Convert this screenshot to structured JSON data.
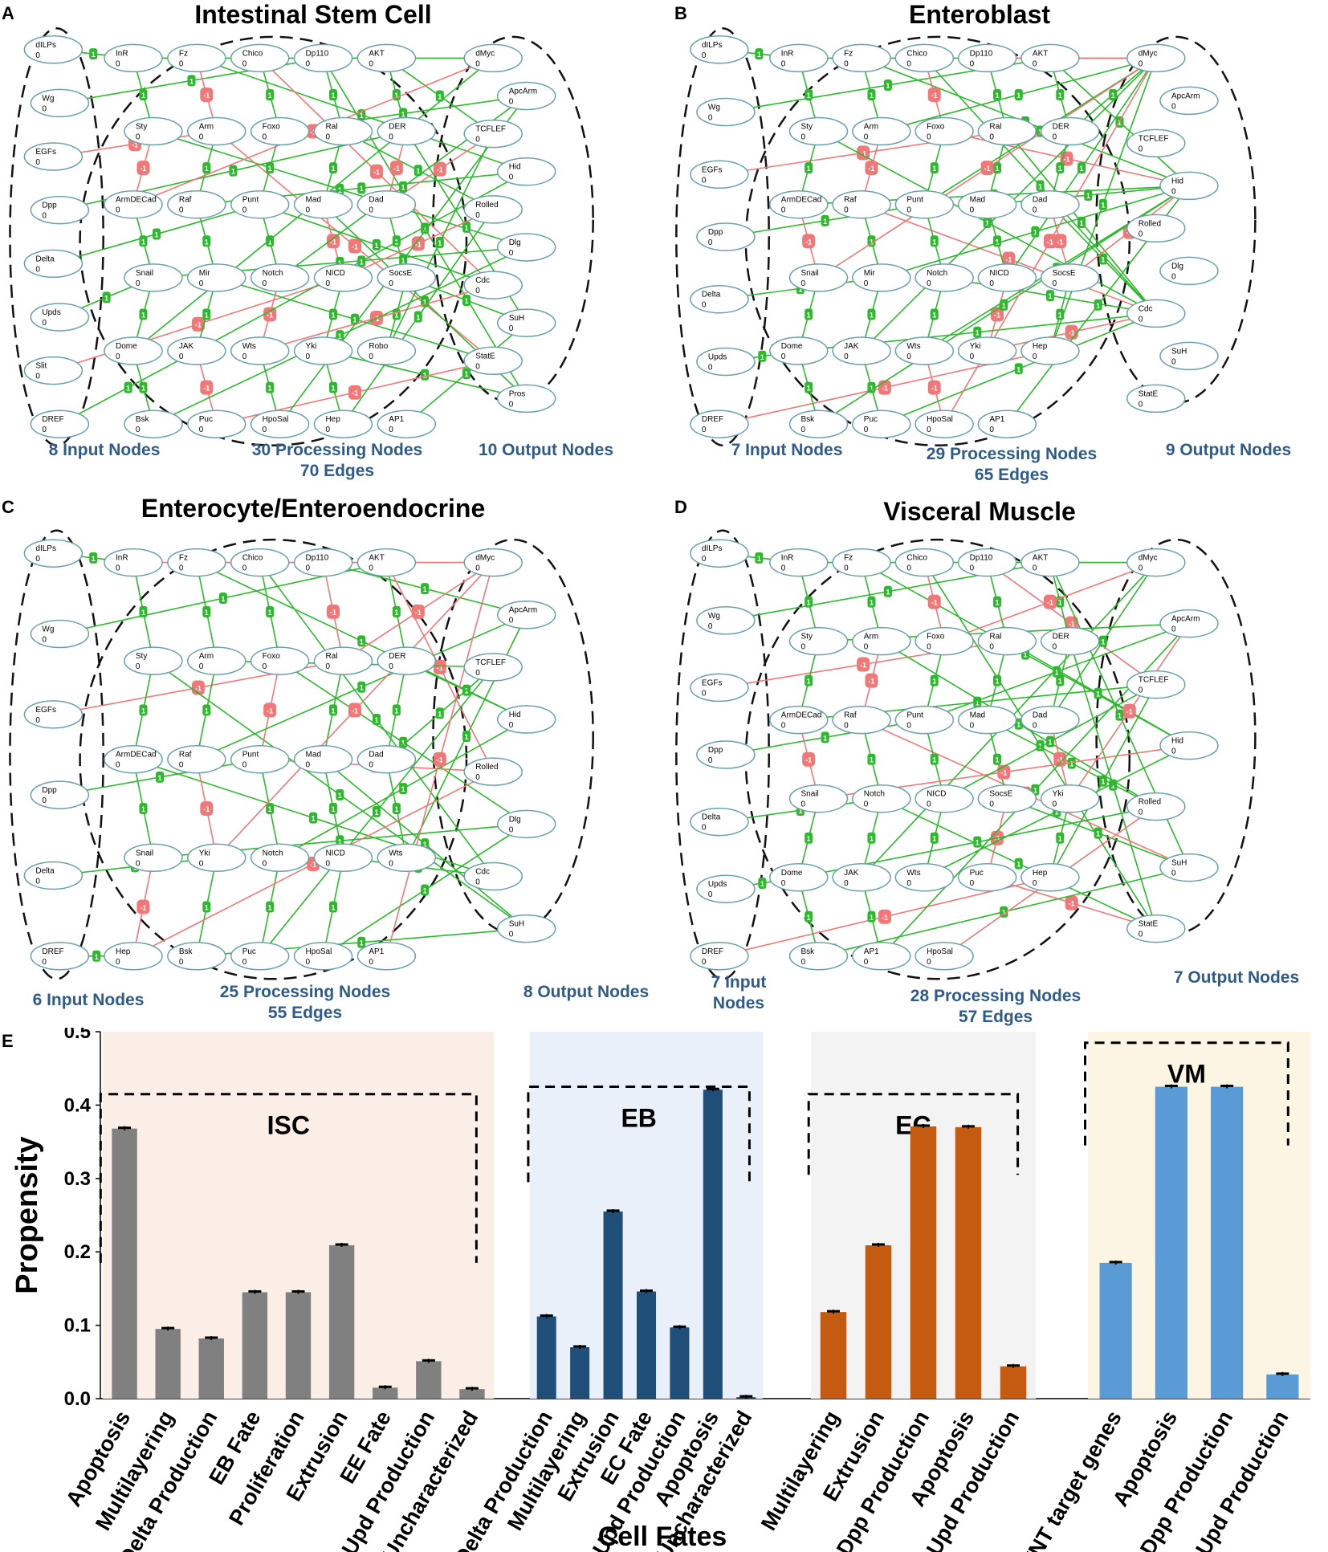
{
  "panels": [
    {
      "letter": "A",
      "title": "Intestinal Stem Cell",
      "input_caption": "8 Input Nodes",
      "processing_caption": "30 Processing Nodes",
      "edges_caption": "70 Edges",
      "output_caption": "10 Output Nodes",
      "input_nodes": [
        "dILPs",
        "Wg",
        "EGFs",
        "Dpp",
        "Delta",
        "Upds",
        "Slit",
        "DREF"
      ],
      "processing_nodes": [
        "InR",
        "Fz",
        "Chico",
        "Dp110",
        "AKT",
        "Sty",
        "Arm",
        "Foxo",
        "Ral",
        "DER",
        "ArmDECad",
        "Raf",
        "Punt",
        "Mad",
        "Dad",
        "Snail",
        "Mir",
        "Notch",
        "NICD",
        "SocsE",
        "Dome",
        "JAK",
        "Wts",
        "Yki",
        "Robo",
        "Bsk",
        "Puc",
        "HpoSal",
        "Hep",
        "AP1"
      ],
      "output_nodes": [
        "dMyc",
        "ApcArm",
        "TCFLEF",
        "Hid",
        "Rolled",
        "Dlg",
        "Cdc",
        "SuH",
        "StatE",
        "Pros"
      ],
      "node_value": "0"
    },
    {
      "letter": "B",
      "title": "Enteroblast",
      "input_caption": "7 Input Nodes",
      "processing_caption": "29 Processing Nodes",
      "edges_caption": "65 Edges",
      "output_caption": "9 Output Nodes",
      "input_nodes": [
        "dILPs",
        "Wg",
        "EGFs",
        "Dpp",
        "Delta",
        "Upds",
        "DREF"
      ],
      "processing_nodes": [
        "InR",
        "Fz",
        "Chico",
        "Dp110",
        "AKT",
        "Sty",
        "Arm",
        "Foxo",
        "Ral",
        "DER",
        "ArmDECad",
        "Raf",
        "Punt",
        "Mad",
        "Dad",
        "Snail",
        "Mir",
        "Notch",
        "NICD",
        "SocsE",
        "Dome",
        "JAK",
        "Wts",
        "Yki",
        "Hep",
        "Bsk",
        "Puc",
        "HpoSal",
        "AP1"
      ],
      "output_nodes": [
        "dMyc",
        "ApcArm",
        "TCFLEF",
        "Hid",
        "Rolled",
        "Dlg",
        "Cdc",
        "SuH",
        "StatE"
      ],
      "node_value": "0"
    },
    {
      "letter": "C",
      "title": "Enterocyte/Enteroendocrine",
      "input_caption": "6 Input Nodes",
      "processing_caption": "25 Processing Nodes",
      "edges_caption": "55 Edges",
      "output_caption": "8 Output Nodes",
      "input_nodes": [
        "dILPs",
        "Wg",
        "EGFs",
        "Dpp",
        "Delta",
        "DREF"
      ],
      "processing_nodes": [
        "InR",
        "Fz",
        "Chico",
        "Dp110",
        "AKT",
        "Sty",
        "Arm",
        "Foxo",
        "Ral",
        "DER",
        "ArmDECad",
        "Raf",
        "Punt",
        "Mad",
        "Dad",
        "Snail",
        "Yki",
        "Notch",
        "NICD",
        "Wts",
        "Hep",
        "Bsk",
        "Puc",
        "HpoSal",
        "AP1"
      ],
      "output_nodes": [
        "dMyc",
        "ApcArm",
        "TCFLEF",
        "Hid",
        "Rolled",
        "Dlg",
        "Cdc",
        "SuH"
      ],
      "node_value": "0"
    },
    {
      "letter": "D",
      "title": "Visceral Muscle",
      "input_caption": "7 Input\nNodes",
      "processing_caption": "28 Processing Nodes",
      "edges_caption": "57 Edges",
      "output_caption": "7 Output Nodes",
      "input_nodes": [
        "dILPs",
        "Wg",
        "EGFs",
        "Dpp",
        "Delta",
        "Upds",
        "DREF"
      ],
      "processing_nodes": [
        "InR",
        "Fz",
        "Chico",
        "Dp110",
        "AKT",
        "Sty",
        "Arm",
        "Foxo",
        "Ral",
        "DER",
        "ArmDECad",
        "Raf",
        "Punt",
        "Mad",
        "Dad",
        "Snail",
        "Notch",
        "NICD",
        "SocsE",
        "Yki",
        "Dome",
        "JAK",
        "Wts",
        "Puc",
        "Hep",
        "Bsk",
        "AP1",
        "HpoSal"
      ],
      "output_nodes": [
        "dMyc",
        "ApcArm",
        "TCFLEF",
        "Hid",
        "Rolled",
        "SuH",
        "StatE"
      ],
      "node_value": "0"
    }
  ],
  "edge_symbols": {
    "activation": "1",
    "inhibition": "-1"
  },
  "colors": {
    "activation": "#2db82d",
    "inhibition": "#f07878",
    "node_stroke": "#6aa0a8",
    "caption": "#2e5b8a"
  },
  "chart_data": {
    "label": "E",
    "type": "bar",
    "ylabel": "Propensity",
    "xlabel": "Cell Fates",
    "ylim": [
      0,
      0.5
    ],
    "yticks": [
      "0.0",
      "0.1",
      "0.2",
      "0.3",
      "0.4",
      "0.5"
    ],
    "groups": [
      {
        "name": "ISC",
        "color": "#808080",
        "bg": "#fbeee6",
        "categories": [
          "Apoptosis",
          "Multilayering",
          "Delta Production",
          "EB Fate",
          "Proliferation",
          "Extrusion",
          "EE Fate",
          "Upd Production",
          "Uncharacterized"
        ],
        "values": [
          0.368,
          0.095,
          0.082,
          0.145,
          0.145,
          0.209,
          0.015,
          0.051,
          0.013
        ],
        "dashed_box_top": 0.415,
        "dashed_box_bottom": 0.185,
        "dashed_box_from": 0,
        "dashed_box_to": 8
      },
      {
        "name": "EB",
        "color": "#1f4e79",
        "bg": "#e9f0fa",
        "categories": [
          "Delta Production",
          "Multilayering",
          "Extrusion",
          "EC Fate",
          "Upd Production",
          "Apoptosis",
          "Uncharacterized"
        ],
        "values": [
          0.112,
          0.07,
          0.255,
          0.146,
          0.097,
          0.421,
          0.002
        ],
        "dashed_box_top": 0.425,
        "dashed_box_bottom": 0.295,
        "dashed_box_from": 0,
        "dashed_box_to": 6
      },
      {
        "name": "EC",
        "color": "#c55a11",
        "bg": "#f3f3f3",
        "categories": [
          "Multilayering",
          "Extrusion",
          "Dpp Production",
          "Apoptosis",
          "Upd Production"
        ],
        "values": [
          0.118,
          0.209,
          0.371,
          0.37,
          0.044
        ],
        "dashed_box_top": 0.415,
        "dashed_box_bottom": 0.305,
        "dashed_box_from": 0,
        "dashed_box_to": 4
      },
      {
        "name": "VM",
        "color": "#5b9bd5",
        "bg": "#fcf5e3",
        "categories": [
          "WNT target genes",
          "Apoptosis",
          "Dpp Production",
          "Upd Production"
        ],
        "values": [
          0.185,
          0.425,
          0.425,
          0.033
        ],
        "dashed_box_top": 0.485,
        "dashed_box_bottom": 0.345,
        "dashed_box_from": 0,
        "dashed_box_to": 3
      }
    ]
  }
}
